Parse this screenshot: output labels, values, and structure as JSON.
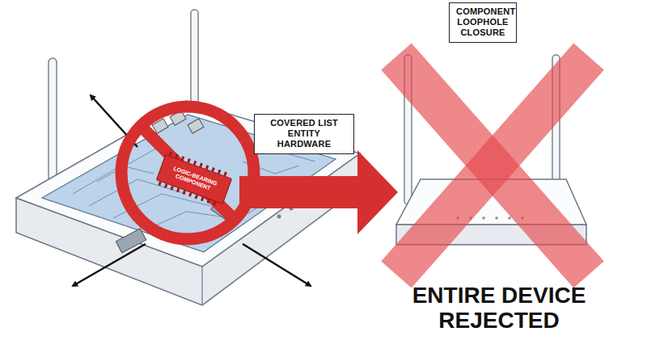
{
  "diagram": {
    "nodes": [
      {
        "text": [
          "COVERED LIST ENTITY HARDWARE"
        ]
      },
      {
        "text": [
          "LOGIC-BEARING COMPONENT"
        ]
      },
      {
        "text": [
          "COMPONENT LOOPHOLE CLOSURE"
        ]
      }
    ],
    "labels": [
      "ENTIRE DEVICE REJECTED"
    ]
  }
}
